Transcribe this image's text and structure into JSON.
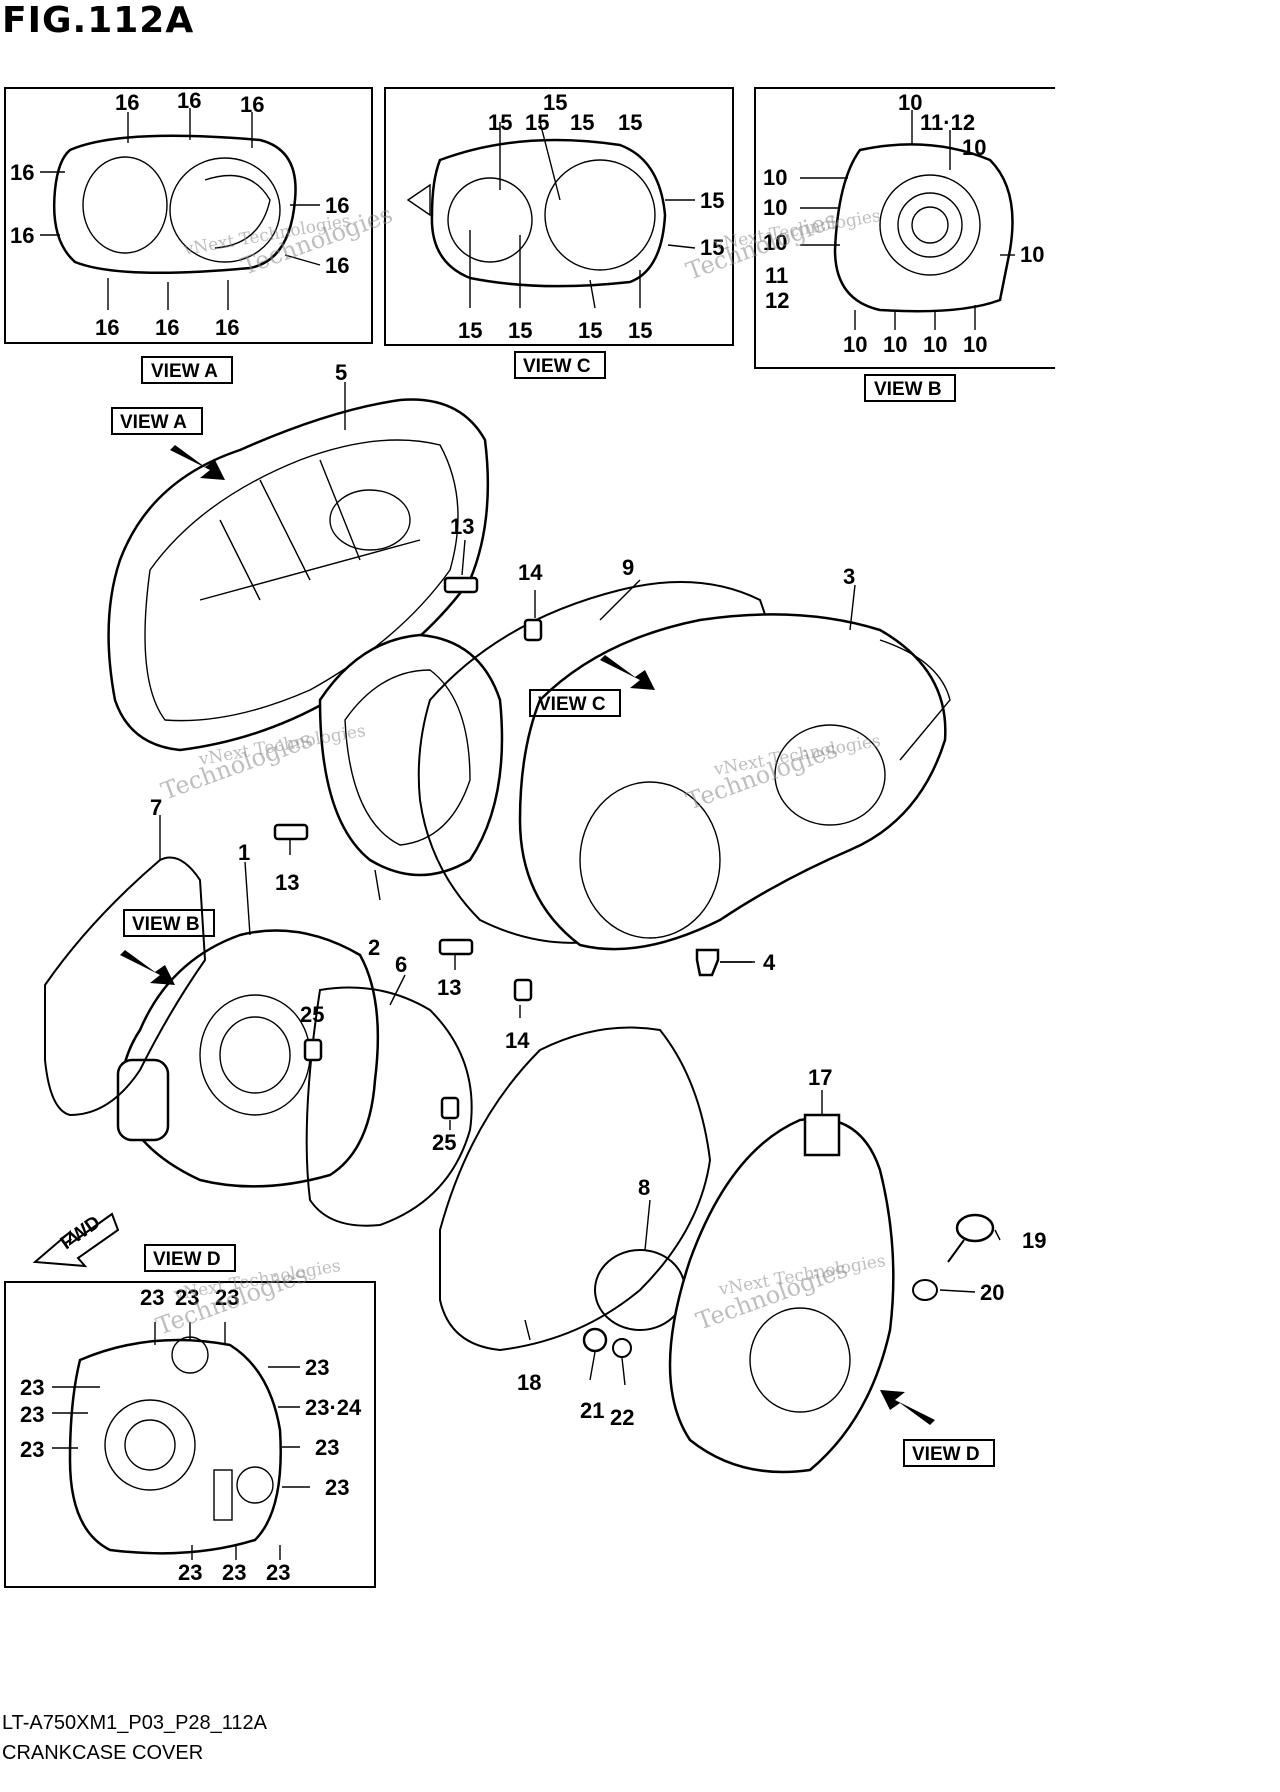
{
  "figure": {
    "title": "FIG.112A",
    "code": "LT-A750XM1_P03_P28_112A",
    "name": "CRANKCASE COVER"
  },
  "views": {
    "a": "VIEW A",
    "b": "VIEW B",
    "c": "VIEW C",
    "d": "VIEW D"
  },
  "fwd_label": "FWD",
  "watermark": [
    "vNext Technologies",
    "Technologies"
  ],
  "callouts": {
    "view_a": [
      "16",
      "16",
      "16",
      "16",
      "16",
      "16",
      "16",
      "16",
      "16",
      "16"
    ],
    "view_b": [
      "10",
      "11·12",
      "10",
      "10",
      "10",
      "10",
      "10",
      "11",
      "12",
      "10",
      "10",
      "10",
      "10",
      "10"
    ],
    "view_c": [
      "15",
      "15",
      "15",
      "15",
      "15",
      "15",
      "15",
      "15",
      "15",
      "15",
      "15",
      "15"
    ],
    "view_d": [
      "23",
      "23",
      "23",
      "23",
      "23",
      "23",
      "23·24",
      "23",
      "23",
      "23",
      "23",
      "23",
      "23"
    ],
    "main": [
      "1",
      "2",
      "3",
      "4",
      "5",
      "6",
      "7",
      "8",
      "9",
      "13",
      "13",
      "13",
      "14",
      "14",
      "17",
      "18",
      "19",
      "20",
      "21",
      "22",
      "25",
      "25"
    ]
  }
}
